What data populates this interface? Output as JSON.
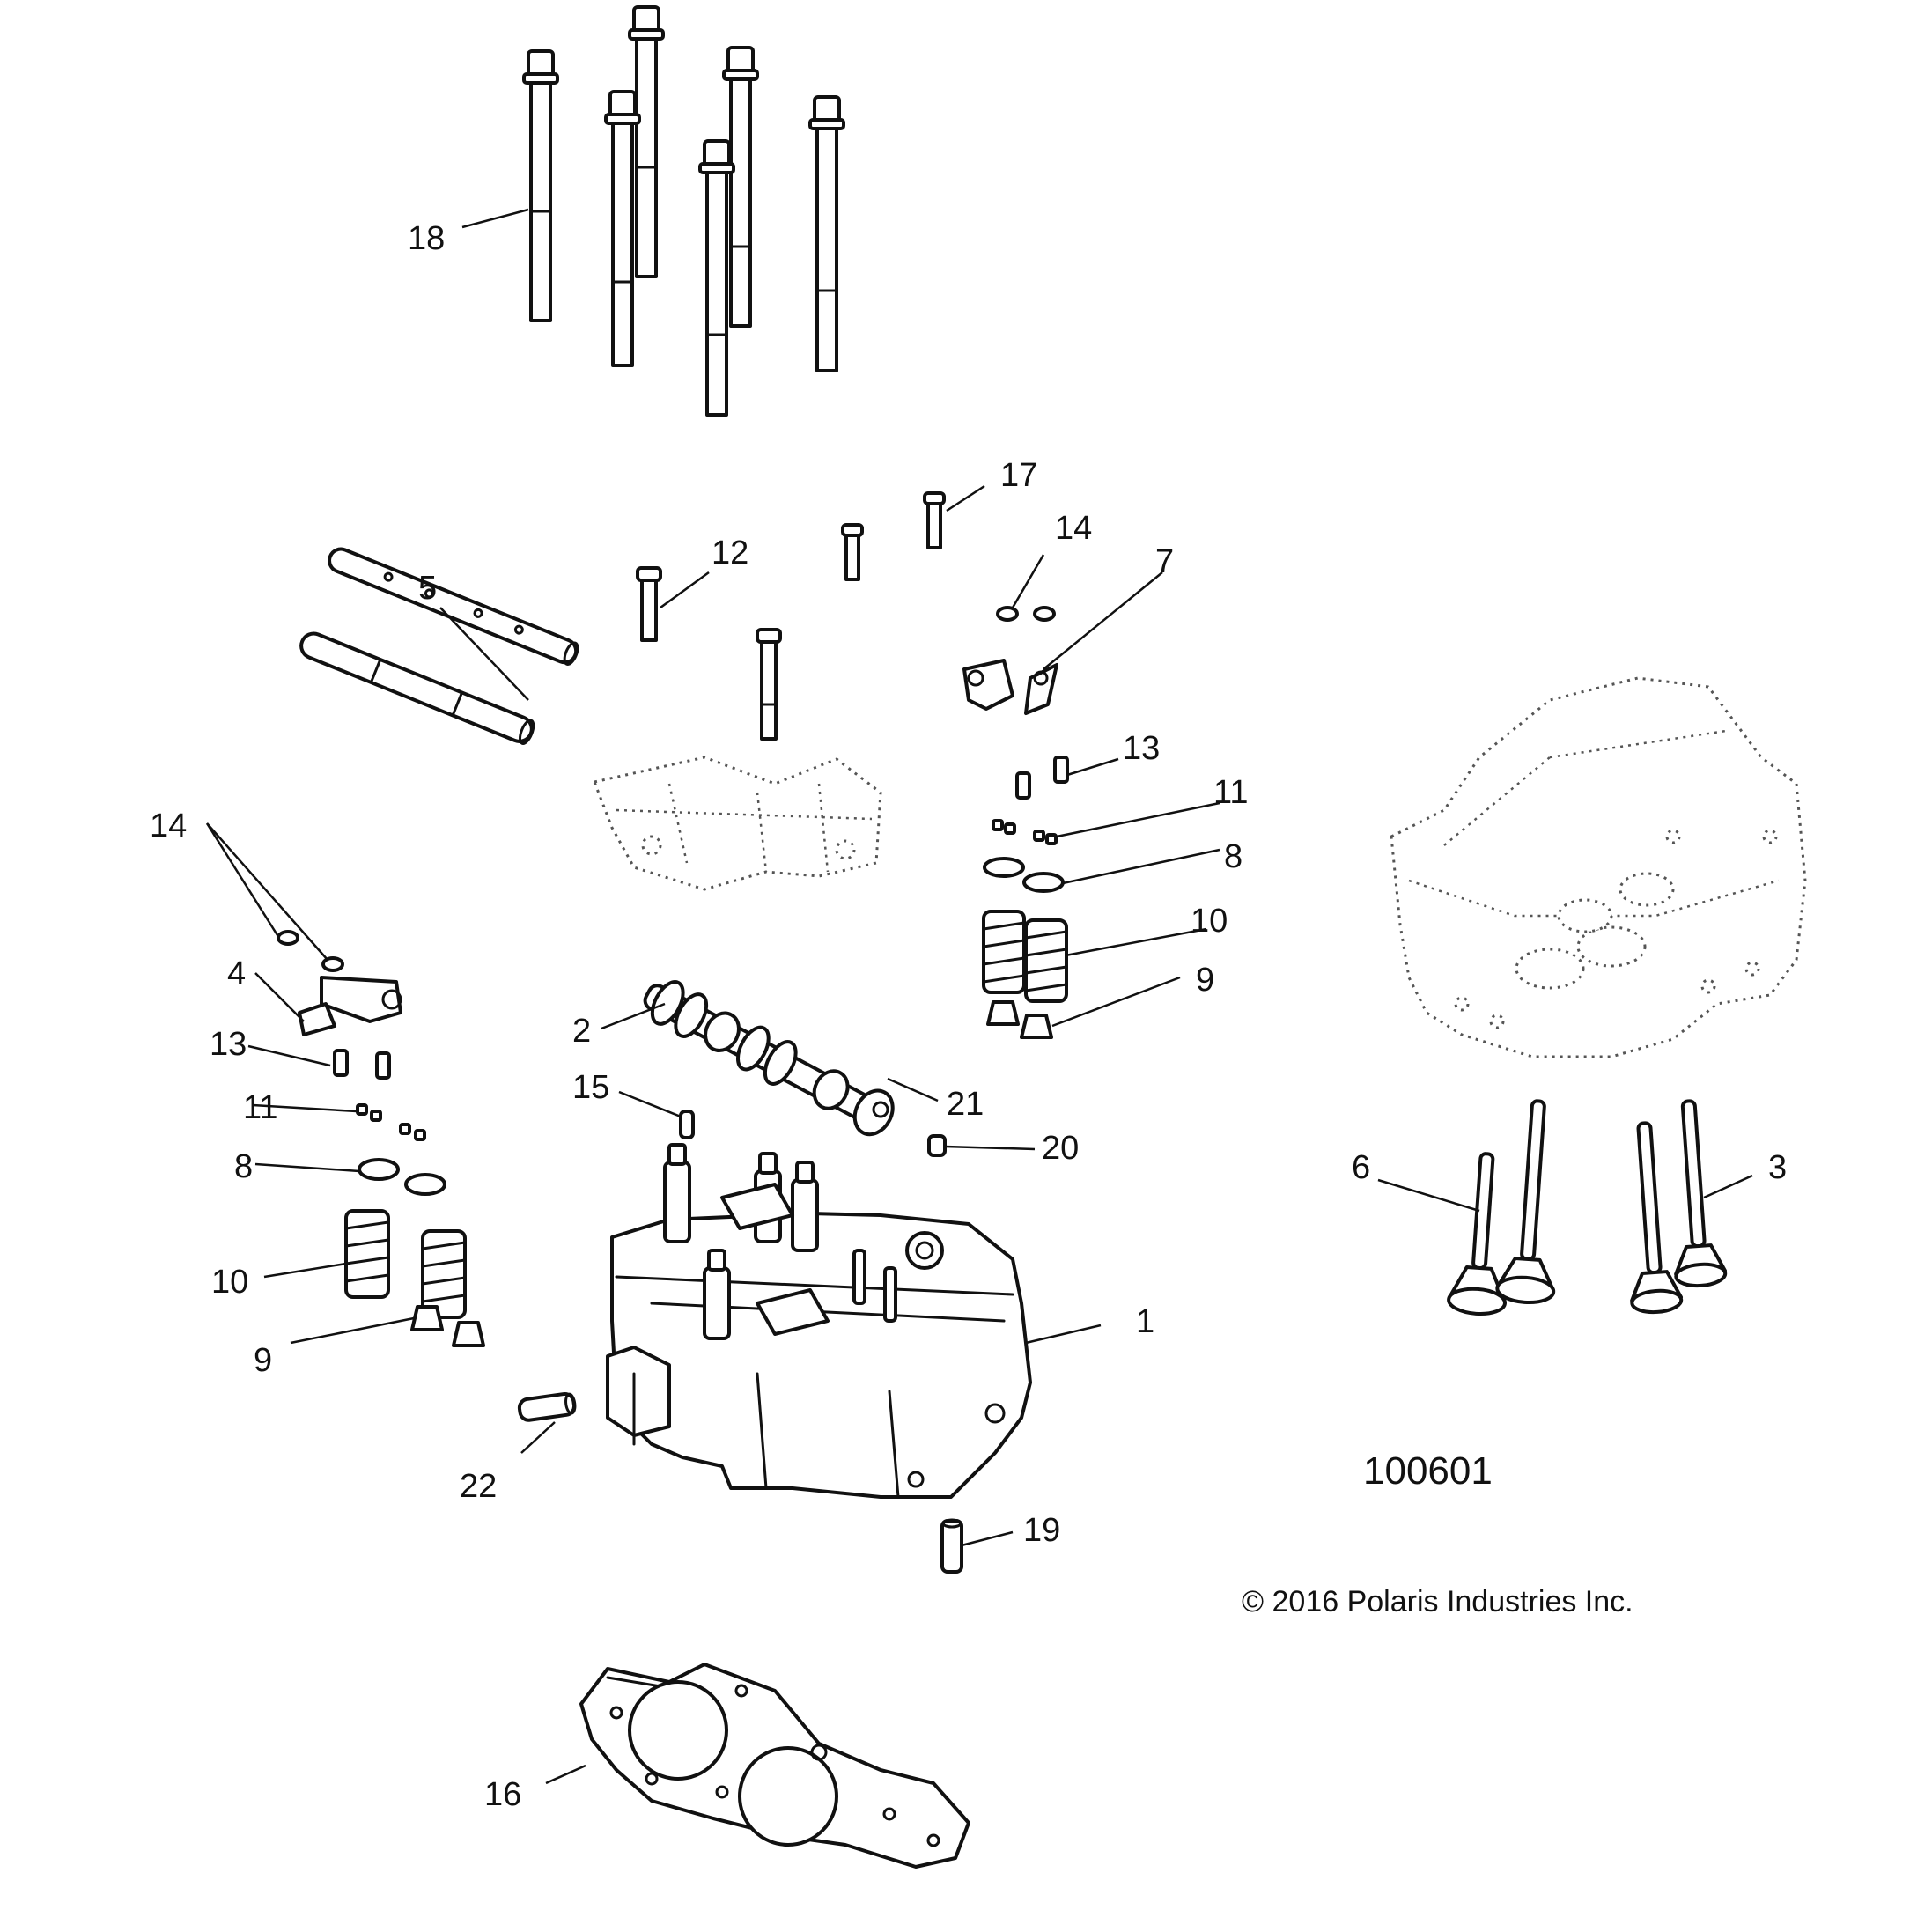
{
  "callouts": [
    "1",
    "2",
    "3",
    "4",
    "5",
    "6",
    "7",
    "8",
    "9",
    "10",
    "11",
    "12",
    "13",
    "14",
    "15",
    "16",
    "17",
    "18",
    "19",
    "20",
    "21",
    "22"
  ],
  "repeat_callouts": {
    "r8": "8",
    "r9": "9",
    "r10": "10",
    "r11": "11",
    "r13": "13",
    "r14": "14"
  },
  "drawing_number": "100601",
  "copyright": "© 2016 Polaris Industries Inc."
}
